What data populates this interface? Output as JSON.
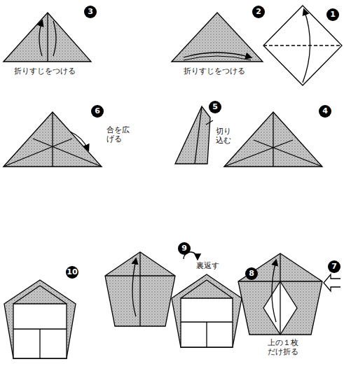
{
  "diagram": {
    "labels": [
      "1",
      "2",
      "3",
      "4",
      "5",
      "6",
      "7",
      "8",
      "9",
      "10",
      "折りすじをつける",
      "折りすじをつける",
      "切り込む",
      "合を広げる",
      "上の１枚だけ折る",
      "裏返す"
    ]
  }
}
